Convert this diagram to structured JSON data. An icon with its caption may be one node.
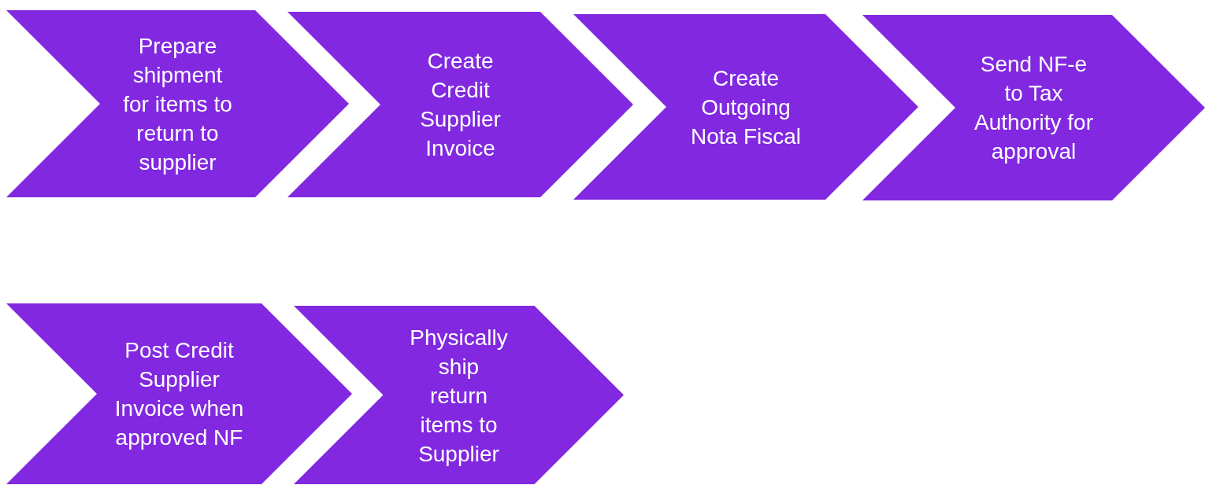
{
  "diagram": {
    "nodes": [
      {
        "text": [
          "Prepare shipment for items to return to supplier"
        ]
      },
      {
        "text": [
          "Create Credit Supplier Invoice"
        ]
      },
      {
        "text": [
          "Create Outgoing Nota Fiscal"
        ]
      },
      {
        "text": [
          "Send NF-e to Tax Authority for approval"
        ]
      },
      {
        "text": [
          "Post Credit Supplier Invoice when approved NF"
        ]
      },
      {
        "text": [
          "Physically ship return items to Supplier"
        ]
      }
    ]
  }
}
